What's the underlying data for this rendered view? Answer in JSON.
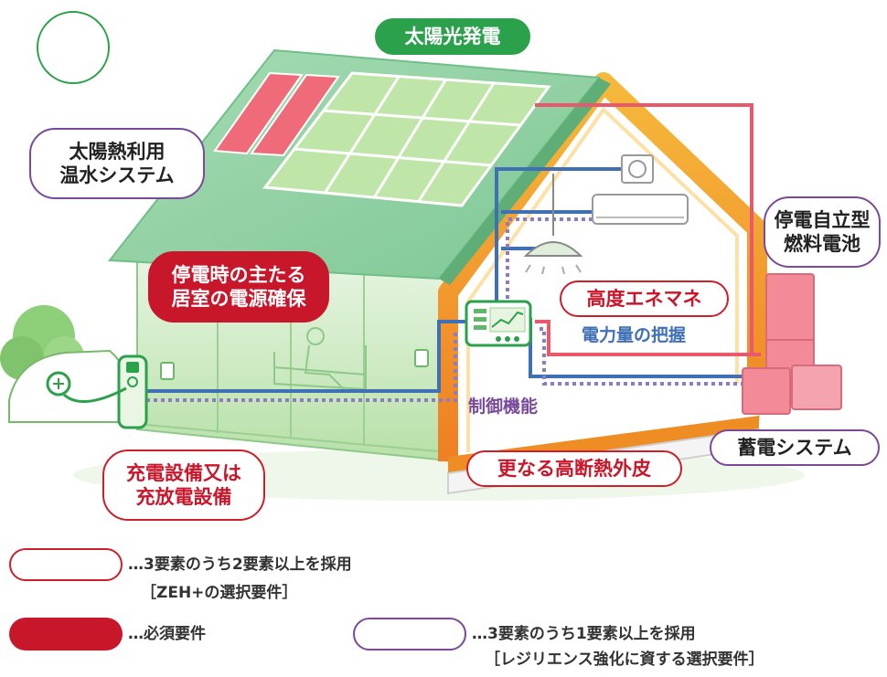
{
  "labels": {
    "solar_power": "太陽光発電",
    "solar_thermal": [
      "太陽熱利用",
      "温水システム"
    ],
    "outage_power": [
      "停電時の主たる",
      "居室の電源確保"
    ],
    "fuel_cell": [
      "停電自立型",
      "燃料電池"
    ],
    "energy_mgmt": "高度エネマネ",
    "power_measure": "電力量の把握",
    "control": "制御機能",
    "insulation": "更なる高断熱外皮",
    "storage": "蓄電システム",
    "charging": [
      "充電設備又は",
      "充放電設備"
    ]
  },
  "legend": {
    "white_pill_line1": "…3要素のうち2要素以上を採用",
    "white_pill_line2": "［ZEH+の選択要件］",
    "red_pill": "…必須要件",
    "purple_pill_line1": "…3要素のうち1要素以上を採用",
    "purple_pill_line2": "［レジリエンス強化に資する選択要件］"
  },
  "colors": {
    "roof": "#8ccf9e",
    "roof_light": "#c9ecd3",
    "solar_panel": "#bfe6a8",
    "thermal_panel": "#ef6b7a",
    "frame_orange": "#ef8d25",
    "frame_yellow": "#f5b93b",
    "power_line_red": "#e8596c",
    "signal_line_blue": "#3f6fb5",
    "control_line_purple": "#8f7cc0",
    "purple": "#7a4a9a",
    "red": "#c8172a",
    "green": "#2aa14a"
  },
  "icons": [
    "car-icon",
    "charger-icon",
    "outlet-icon",
    "person-on-sofa-icon",
    "hems-monitor-icon",
    "air-conditioner-icon",
    "ventilation-fan-icon",
    "pendant-lamp-icon",
    "fuel-cell-unit-icon",
    "storage-battery-icon",
    "tree-icon"
  ]
}
